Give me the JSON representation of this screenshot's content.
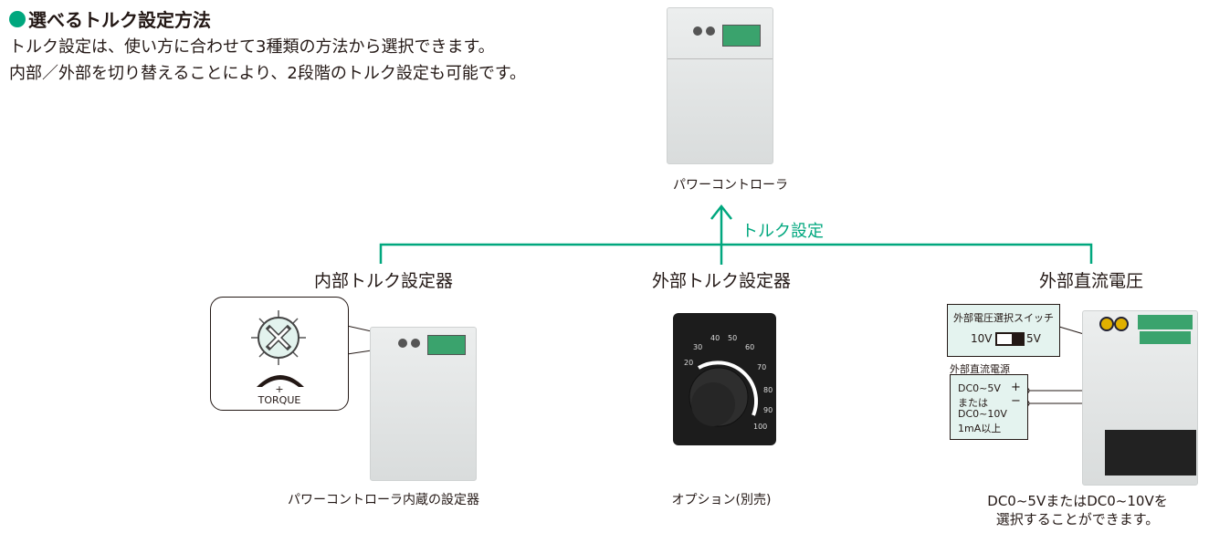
{
  "title": "選べるトルク設定方法",
  "description": [
    "トルク設定は、使い方に合わせて3種類の方法から選択できます。",
    "内部／外部を切り替えることにより、2段階のトルク設定も可能です。"
  ],
  "top_device_caption": "パワーコントローラ",
  "arrow_label": "トルク設定",
  "accent_color": "#00a77e",
  "methods": [
    {
      "heading": "内部トルク設定器",
      "caption": "パワーコントローラ内蔵の設定器",
      "callout": {
        "plus": "+",
        "label": "TORQUE"
      }
    },
    {
      "heading": "外部トルク設定器",
      "caption": "オプション(別売)",
      "dial_ticks": [
        "20",
        "30",
        "40",
        "50",
        "60",
        "70",
        "80",
        "90",
        "100"
      ]
    },
    {
      "heading": "外部直流電圧",
      "caption_lines": [
        "DC0~5VまたはDC0~10Vを",
        "選択することができます。"
      ],
      "switch_box": {
        "title": "外部電圧選択スイッチ",
        "left": "10V",
        "right": "5V"
      },
      "supply_label": "外部直流電源",
      "supply_lines": [
        "DC0~5V",
        "または",
        "DC0~10V",
        "1mA以上"
      ],
      "plus": "+",
      "minus": "−"
    }
  ]
}
